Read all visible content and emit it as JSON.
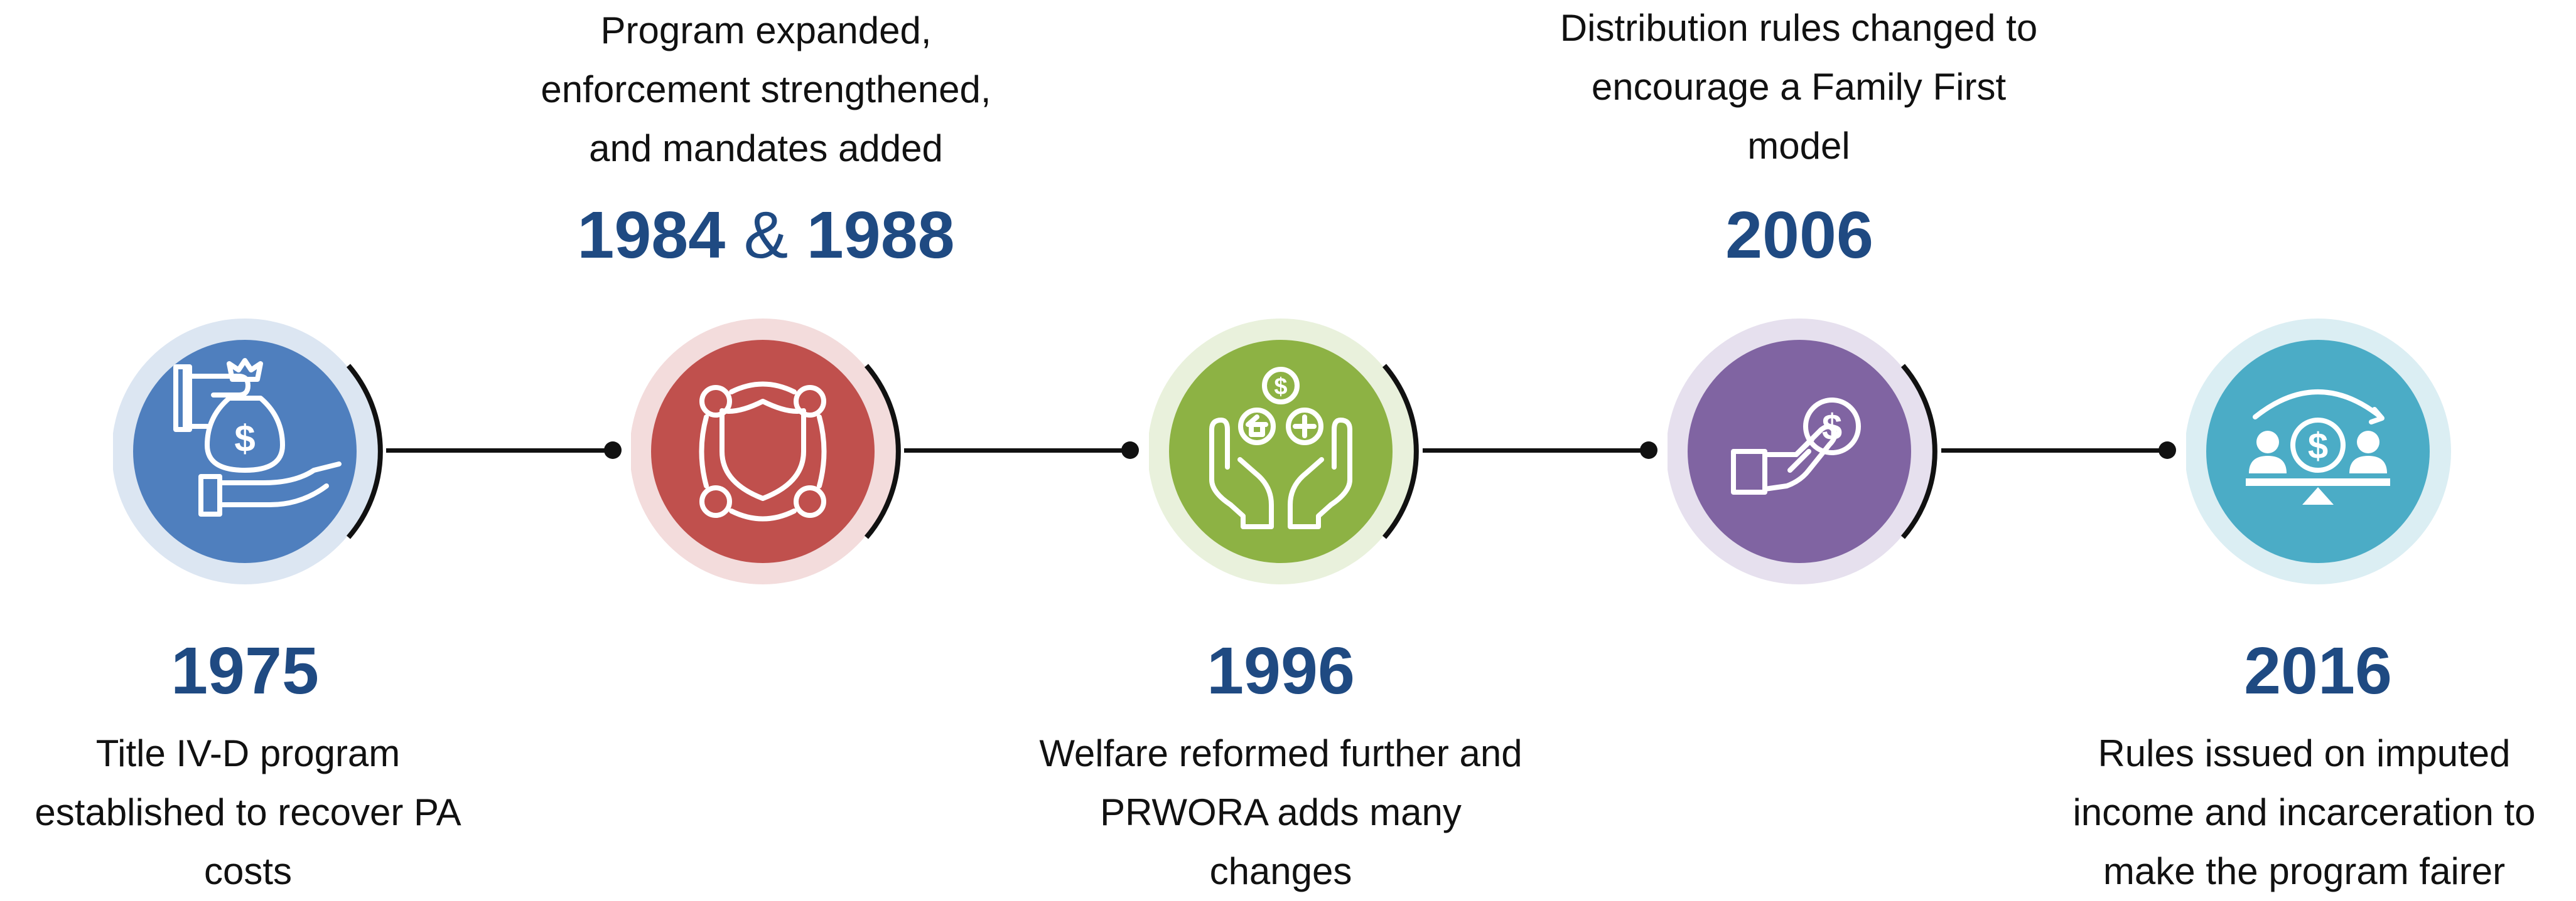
{
  "colors": {
    "year_text": "#1f4a82",
    "line": "#111111",
    "blue": "#4f7fbe",
    "blue_halo": "#dce6f2",
    "red": "#c0504d",
    "red_halo": "#f3dcdc",
    "green": "#8db244",
    "green_halo": "#e9f1dc",
    "purple": "#8064a2",
    "purple_halo": "#e6e0ee",
    "teal": "#4bacc6",
    "teal_halo": "#dbeef3"
  },
  "milestones": [
    {
      "year": "1975",
      "description_lines": [
        "Title IV-D program",
        "established to recover PA",
        "costs"
      ],
      "icon": "hand-money-bag-icon"
    },
    {
      "year_a": "1984",
      "year_amp": "&",
      "year_b": "1988",
      "description_lines": [
        "Program expanded,",
        "enforcement strengthened,",
        "and mandates added"
      ],
      "icon": "shield-network-icon"
    },
    {
      "year": "1996",
      "description_lines": [
        "Welfare reformed further and",
        "PRWORA adds many",
        "changes"
      ],
      "icon": "hands-coins-icon"
    },
    {
      "year": "2006",
      "description_lines": [
        "Distribution rules changed to",
        "encourage a Family First",
        "model"
      ],
      "icon": "hand-giving-coin-icon"
    },
    {
      "year": "2016",
      "description_lines": [
        "Rules issued on imputed",
        "income and incarceration to",
        "make the program fairer"
      ],
      "icon": "balance-people-icon"
    }
  ]
}
